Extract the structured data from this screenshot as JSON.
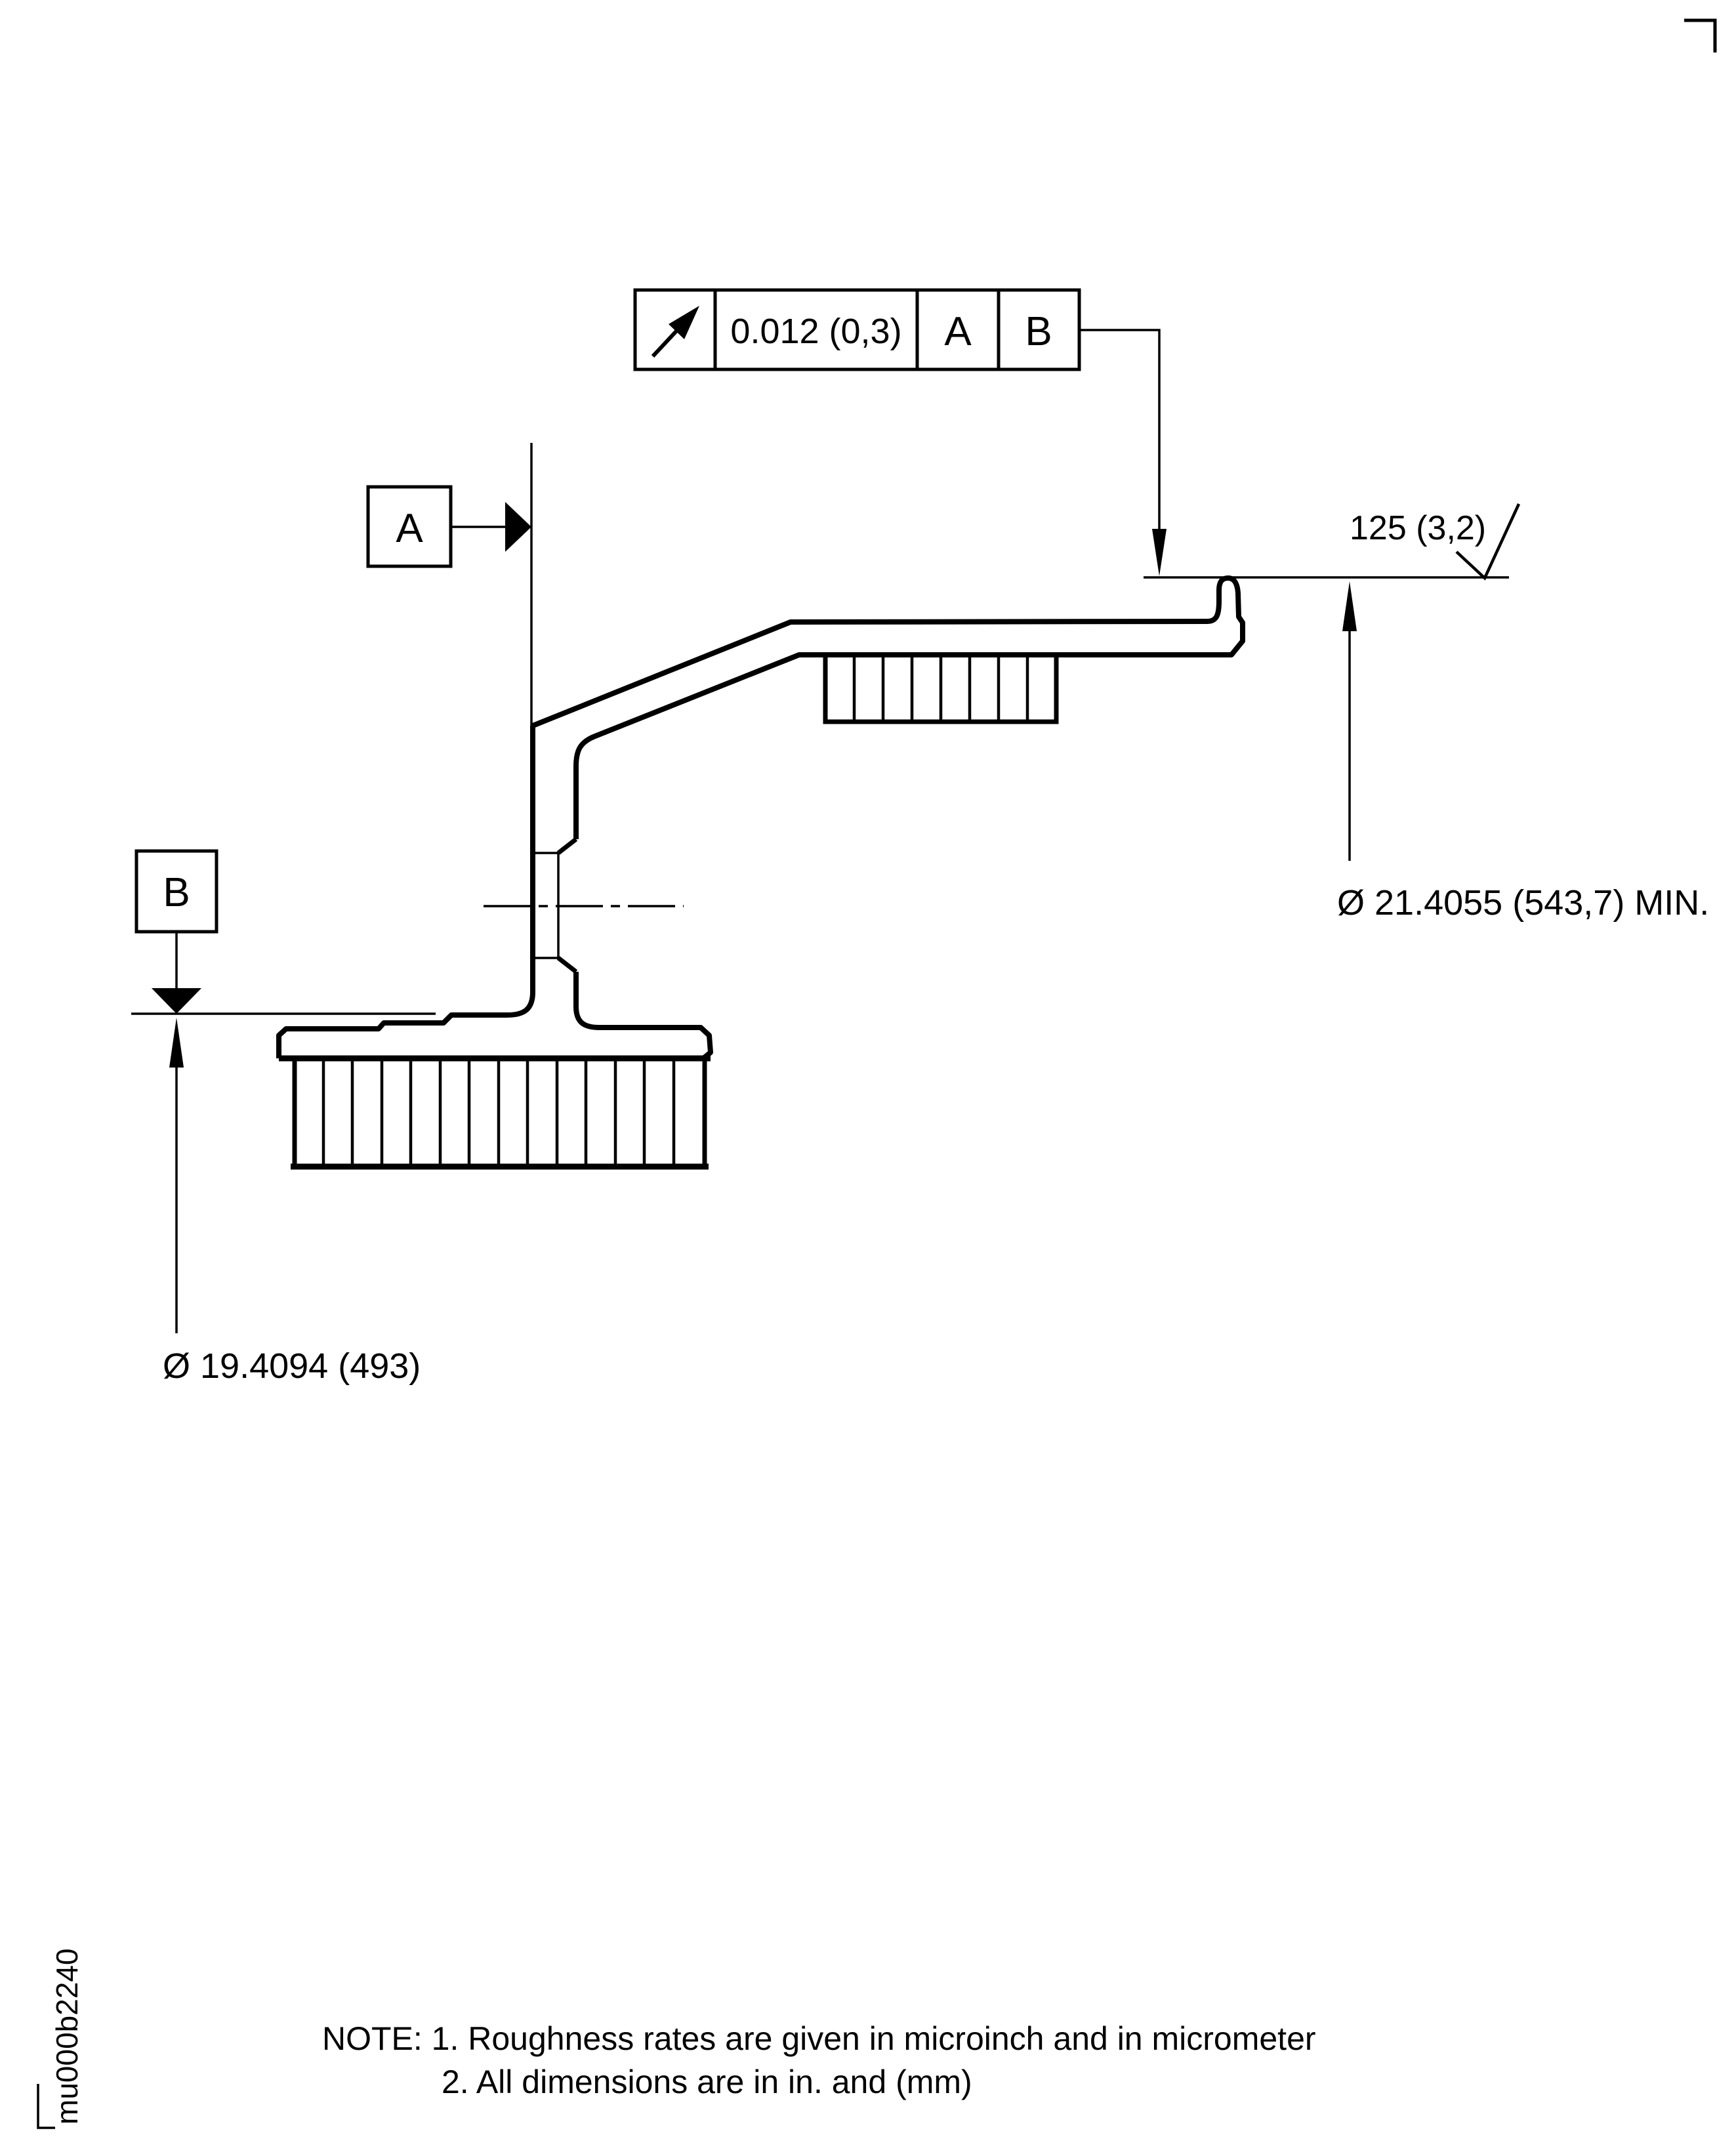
{
  "sheet": {
    "background": "#ffffff",
    "line_color": "#000000"
  },
  "fcf": {
    "symbol_icon": "circular-runout-icon",
    "tolerance": "0.012 (0,3)",
    "datum_1": "A",
    "datum_2": "B"
  },
  "datums": {
    "a_label": "A",
    "b_label": "B"
  },
  "surface_finish": {
    "roughness": "125 (3,2)"
  },
  "dimensions": {
    "rim_min_diameter": "Ø 21.4055 (543,7) MIN.",
    "flange_diameter": "Ø 19.4094 (493)"
  },
  "notes": {
    "line1": "NOTE: 1. Roughness rates are given in microinch and in micrometer",
    "line2": "2. All dimensions are in in. and (mm)"
  },
  "document_code": "mu000b2240"
}
